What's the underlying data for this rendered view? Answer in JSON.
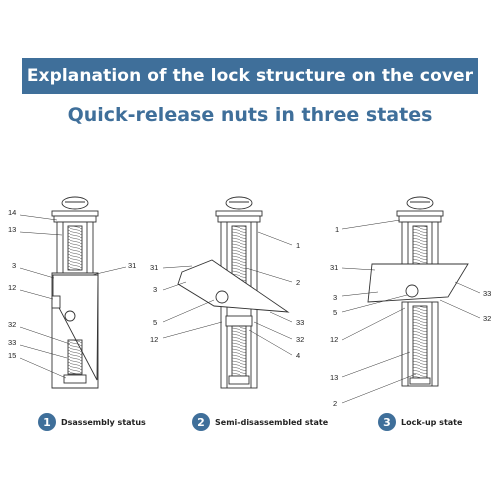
{
  "banner_title": "Explanation of the lock structure on the cover",
  "subtitle": "Quick-release nuts in three states",
  "states": [
    {
      "number": "1",
      "caption": "Dsassembly status",
      "callouts": [
        "14",
        "13",
        "3",
        "31",
        "12",
        "32",
        "33",
        "15"
      ]
    },
    {
      "number": "2",
      "caption": "Semi-disassembled state",
      "callouts": [
        "1",
        "2",
        "31",
        "3",
        "5",
        "33",
        "12",
        "32",
        "4"
      ]
    },
    {
      "number": "3",
      "caption": "Lock-up state",
      "callouts": [
        "1",
        "31",
        "3",
        "33",
        "5",
        "32",
        "12",
        "13",
        "2"
      ]
    }
  ]
}
